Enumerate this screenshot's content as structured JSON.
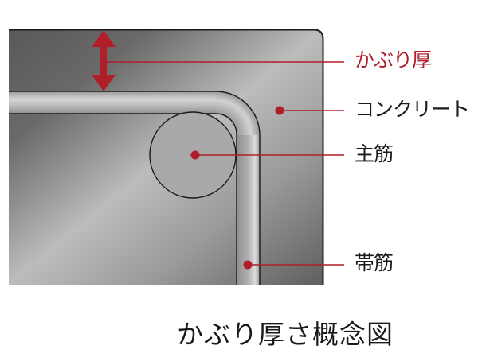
{
  "diagram": {
    "title": "かぶり厚さ概念図",
    "labels": {
      "cover": "かぶり厚",
      "concrete": "コンクリート",
      "main_bar": "主筋",
      "hoop": "帯筋"
    },
    "colors": {
      "accent": "#b01e2a",
      "outline": "#1a1a1a",
      "concrete_dark": "#5d5b5c",
      "concrete_light": "#bdbdbd",
      "text": "#1a1a1a"
    }
  }
}
